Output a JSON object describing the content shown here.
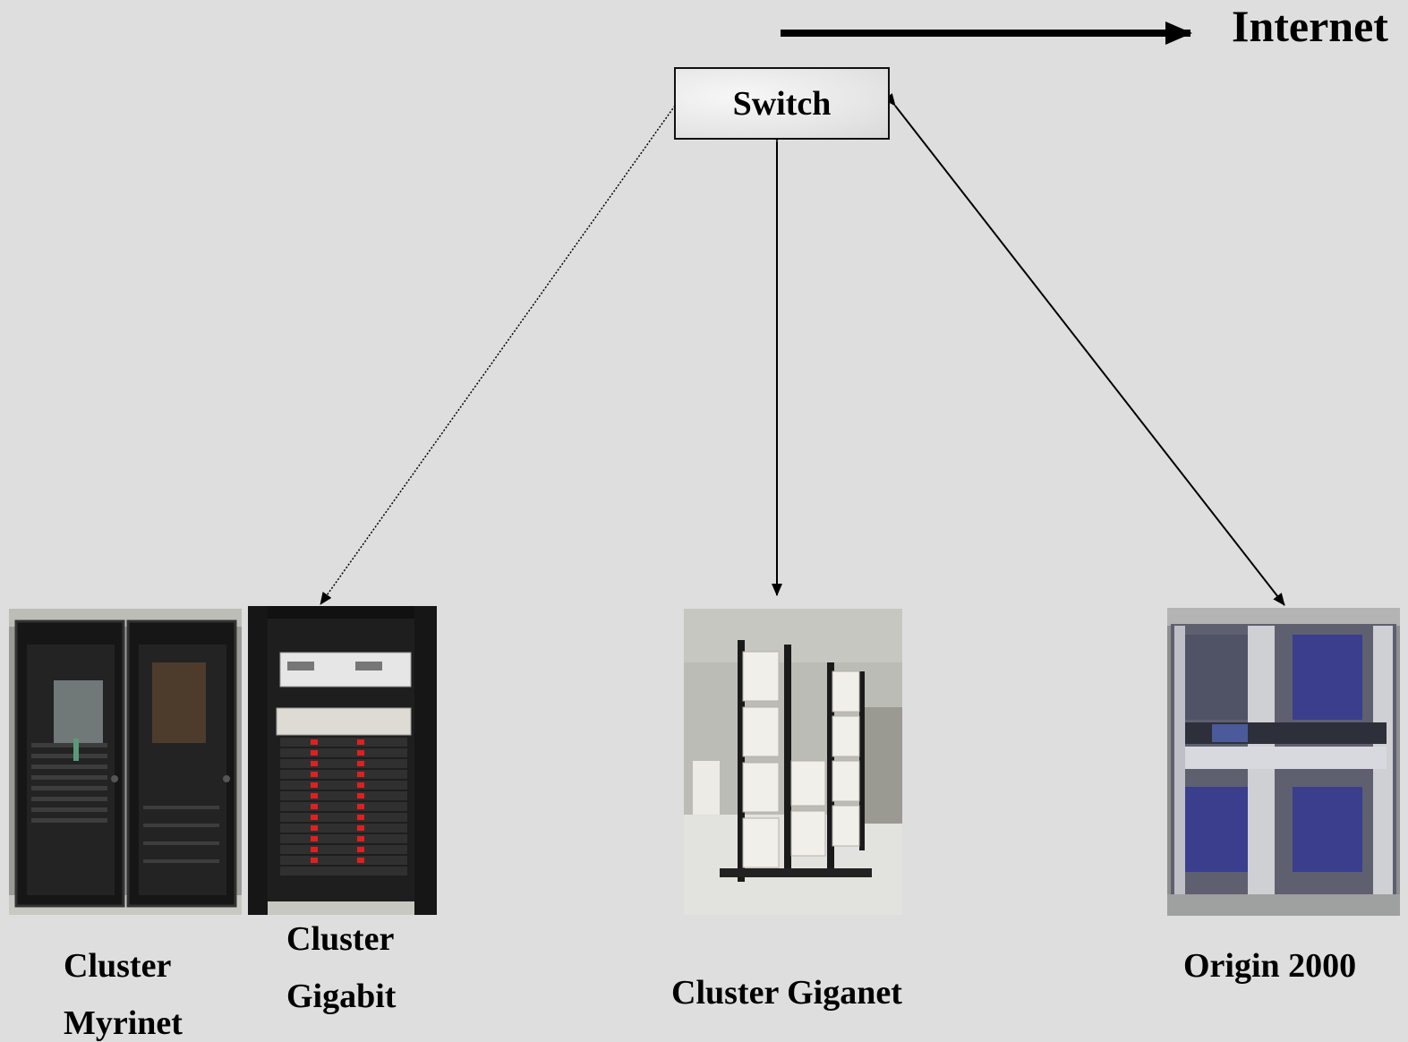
{
  "internet_label": "Internet",
  "switch_label": "Switch",
  "nodes": {
    "myrinet": {
      "line1": "Cluster",
      "line2": "Myrinet",
      "link_style": "dotted"
    },
    "gigabit": {
      "line1": "Cluster",
      "line2": "Gigabit",
      "link_style": "dotted"
    },
    "giganet": {
      "label": "Cluster Giganet",
      "link_style": "solid"
    },
    "origin": {
      "label": "Origin 2000",
      "link_style": "solid"
    }
  },
  "colors": {
    "background": "#dedede",
    "lines": "#000000",
    "origin_panel": "#3a3e8c",
    "gigabit_led": "#e02020"
  }
}
